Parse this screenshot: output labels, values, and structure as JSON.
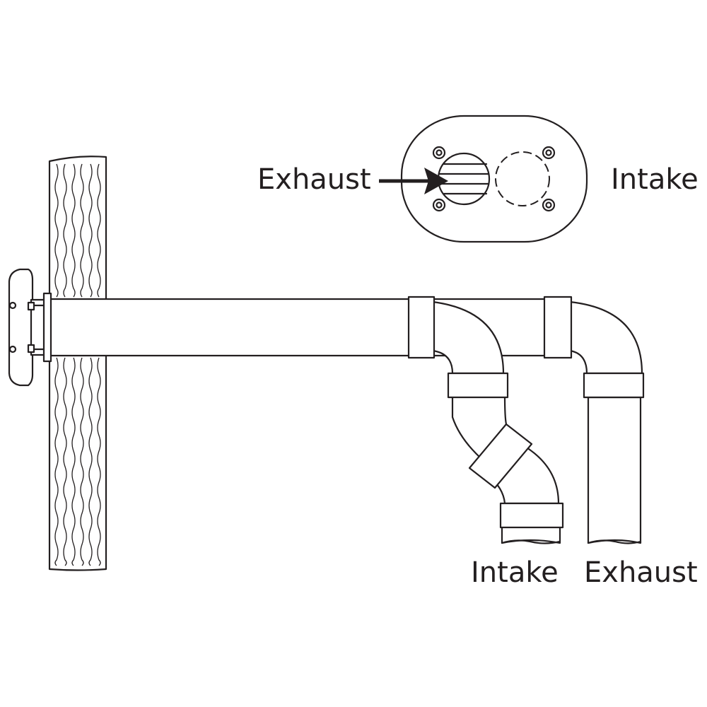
{
  "labels": {
    "cover_exhaust": "Exhaust",
    "cover_intake": "Intake",
    "pipe_intake": "Intake",
    "pipe_exhaust": "Exhaust"
  },
  "colors": {
    "line": "#231f20",
    "background": "#ffffff"
  }
}
